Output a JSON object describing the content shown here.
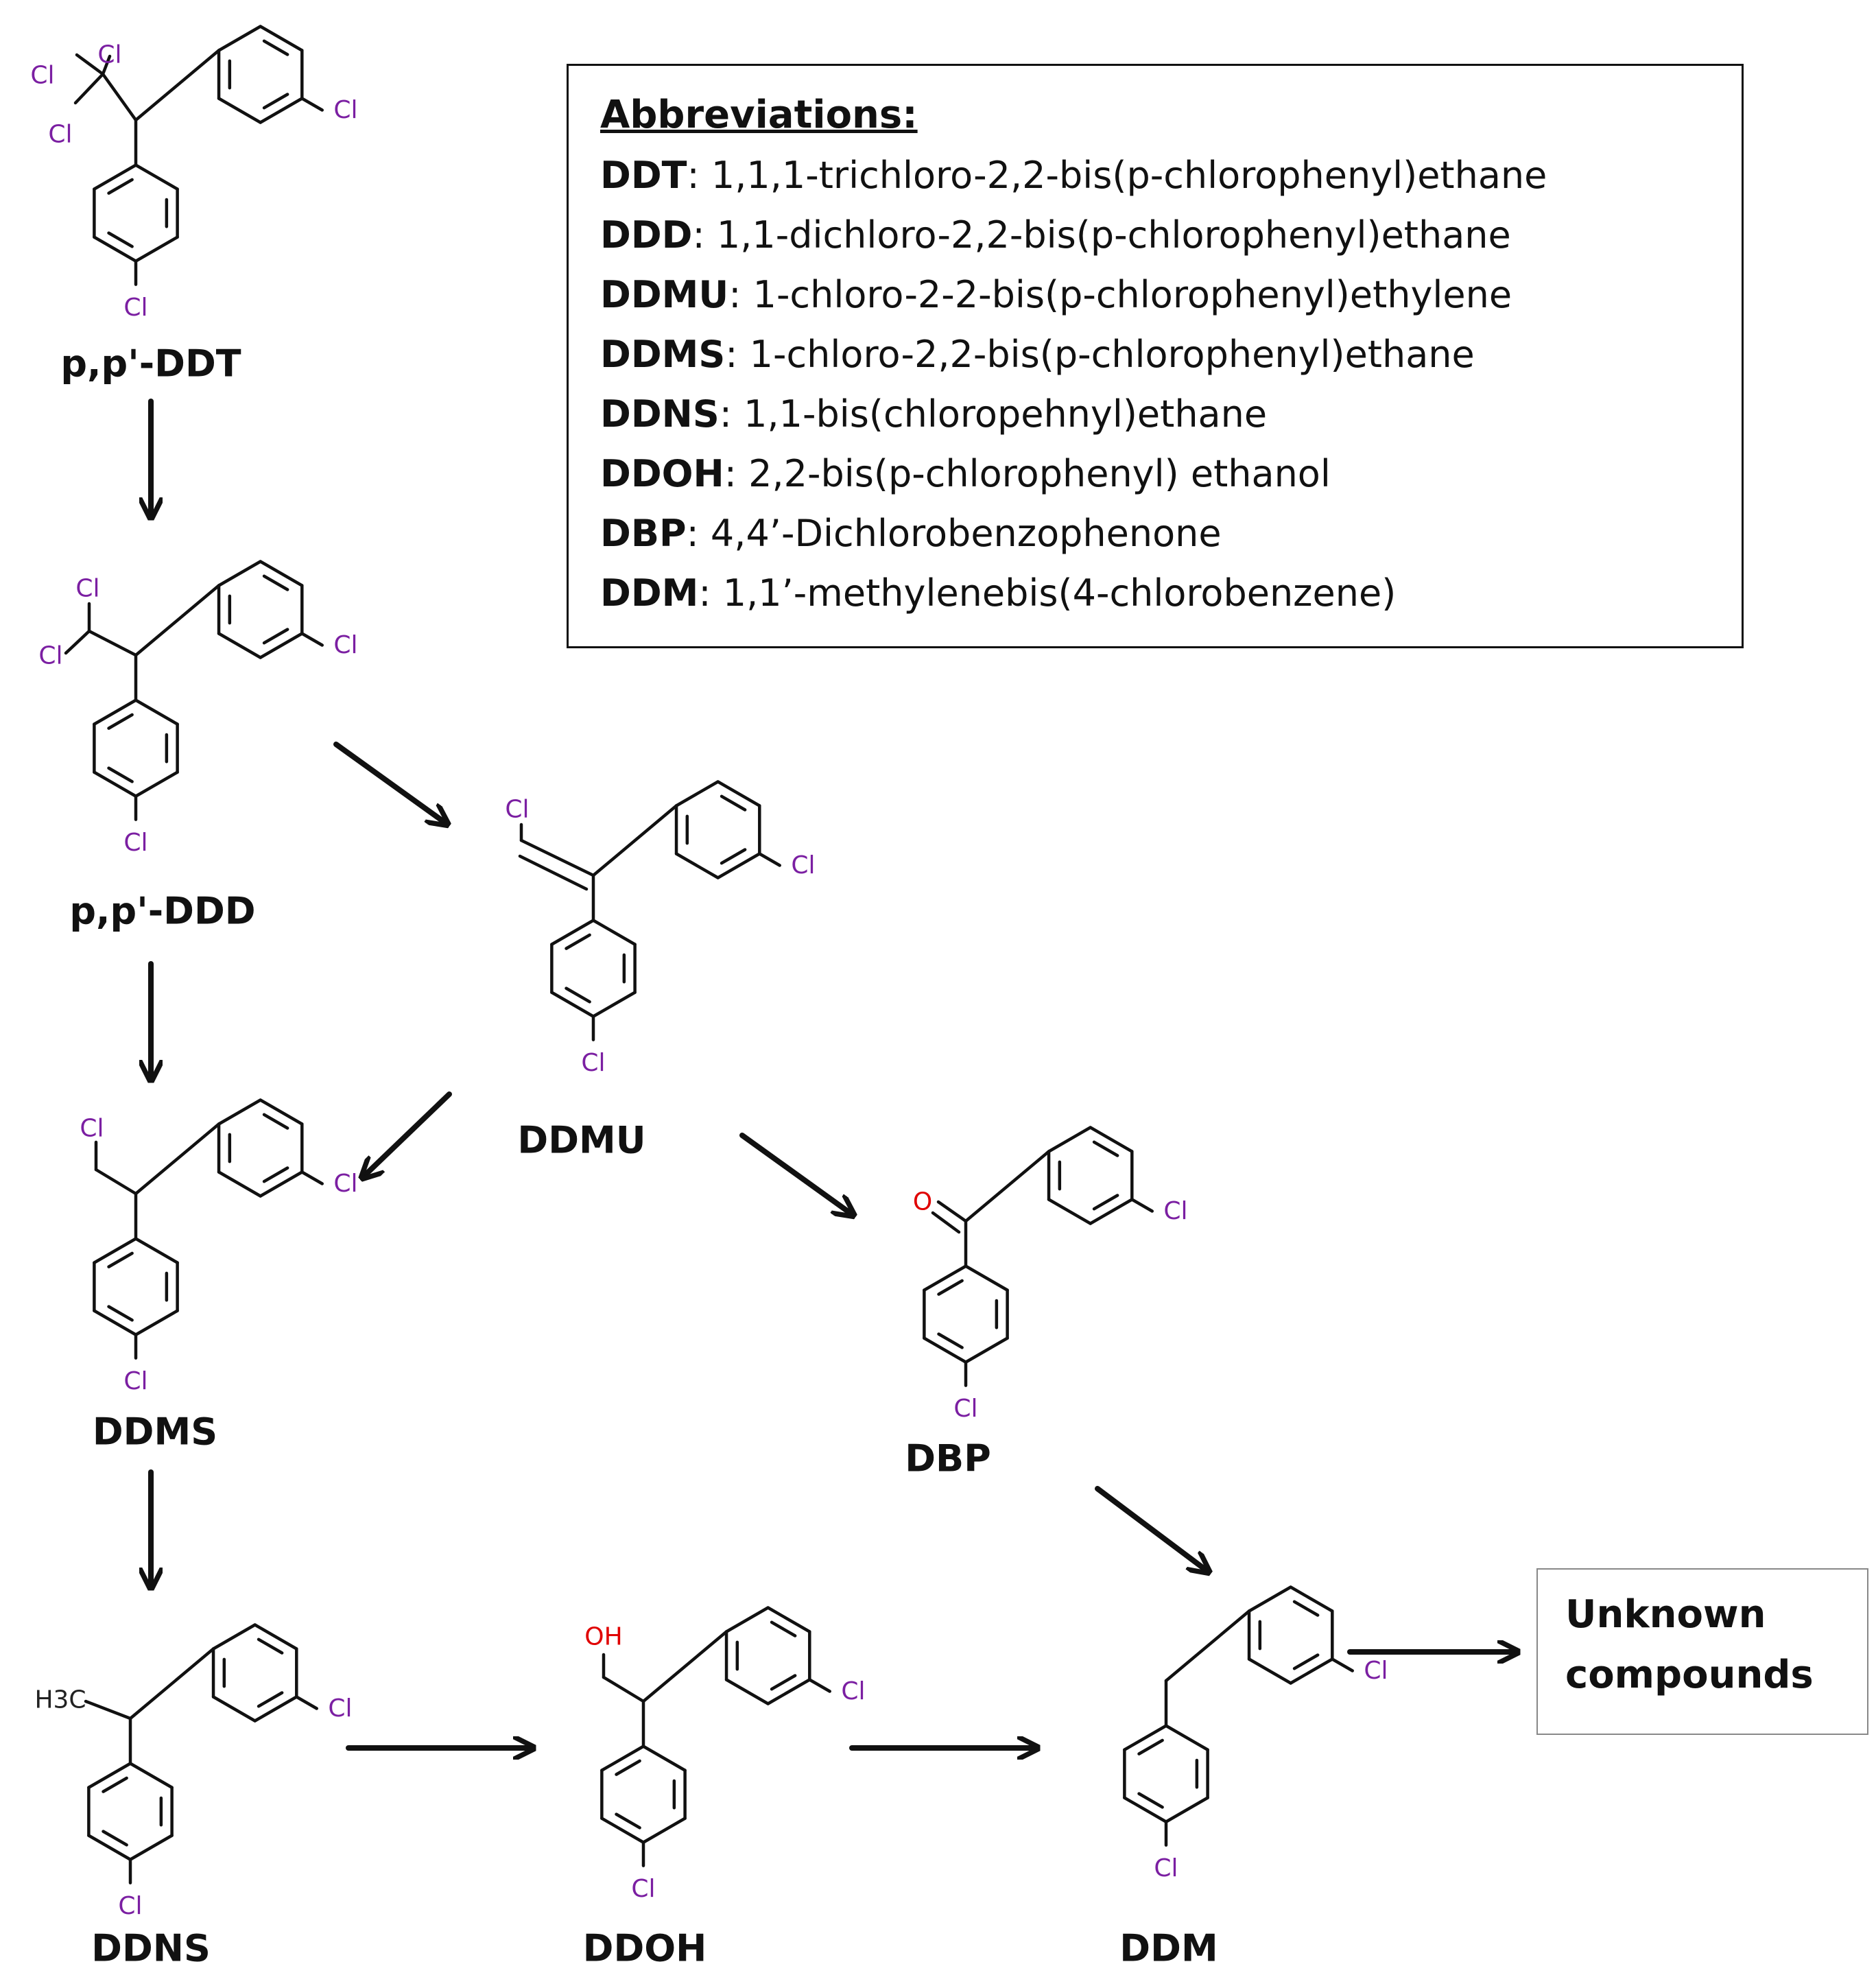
{
  "abbreviations": {
    "title": "Abbreviations:",
    "rows": [
      {
        "key": "DDT",
        "text": "1,1,1-trichloro-2,2-bis(p-chlorophenyl)ethane"
      },
      {
        "key": "DDD",
        "text": "1,1-dichloro-2,2-bis(p-chlorophenyl)ethane"
      },
      {
        "key": "DDMU",
        "text": "1-chloro-2-2-bis(p-chlorophenyl)ethylene"
      },
      {
        "key": "DDMS",
        "text": "1-chloro-2,2-bis(p-chlorophenyl)ethane"
      },
      {
        "key": "DDNS",
        "text": "1,1-bis(chloropehnyl)ethane"
      },
      {
        "key": "DDOH",
        "text": "2,2-bis(p-chlorophenyl) ethanol"
      },
      {
        "key": "DBP",
        "text": "4,4’-Dichlorobenzophenone"
      },
      {
        "key": "DDM",
        "text": "1,1’-methylenebis(4-chlorobenzene)"
      }
    ]
  },
  "compounds": {
    "ddt": {
      "label": "p,p'-DDT"
    },
    "ddd": {
      "label": "p,p'-DDD"
    },
    "ddmu": {
      "label": "DDMU"
    },
    "ddms": {
      "label": "DDMS"
    },
    "dbp": {
      "label": "DBP"
    },
    "ddns": {
      "label": "DDNS"
    },
    "ddoh": {
      "label": "DDOH"
    },
    "ddm": {
      "label": "DDM"
    }
  },
  "atoms": {
    "cl": "Cl",
    "o": "O",
    "oh": "OH",
    "h3c": "H3C"
  },
  "unknown_box": {
    "text": "Unknown\ncompounds"
  },
  "colors": {
    "chlorine": "#7b1fa2",
    "oxygen": "#e00000",
    "bond": "#111111"
  }
}
